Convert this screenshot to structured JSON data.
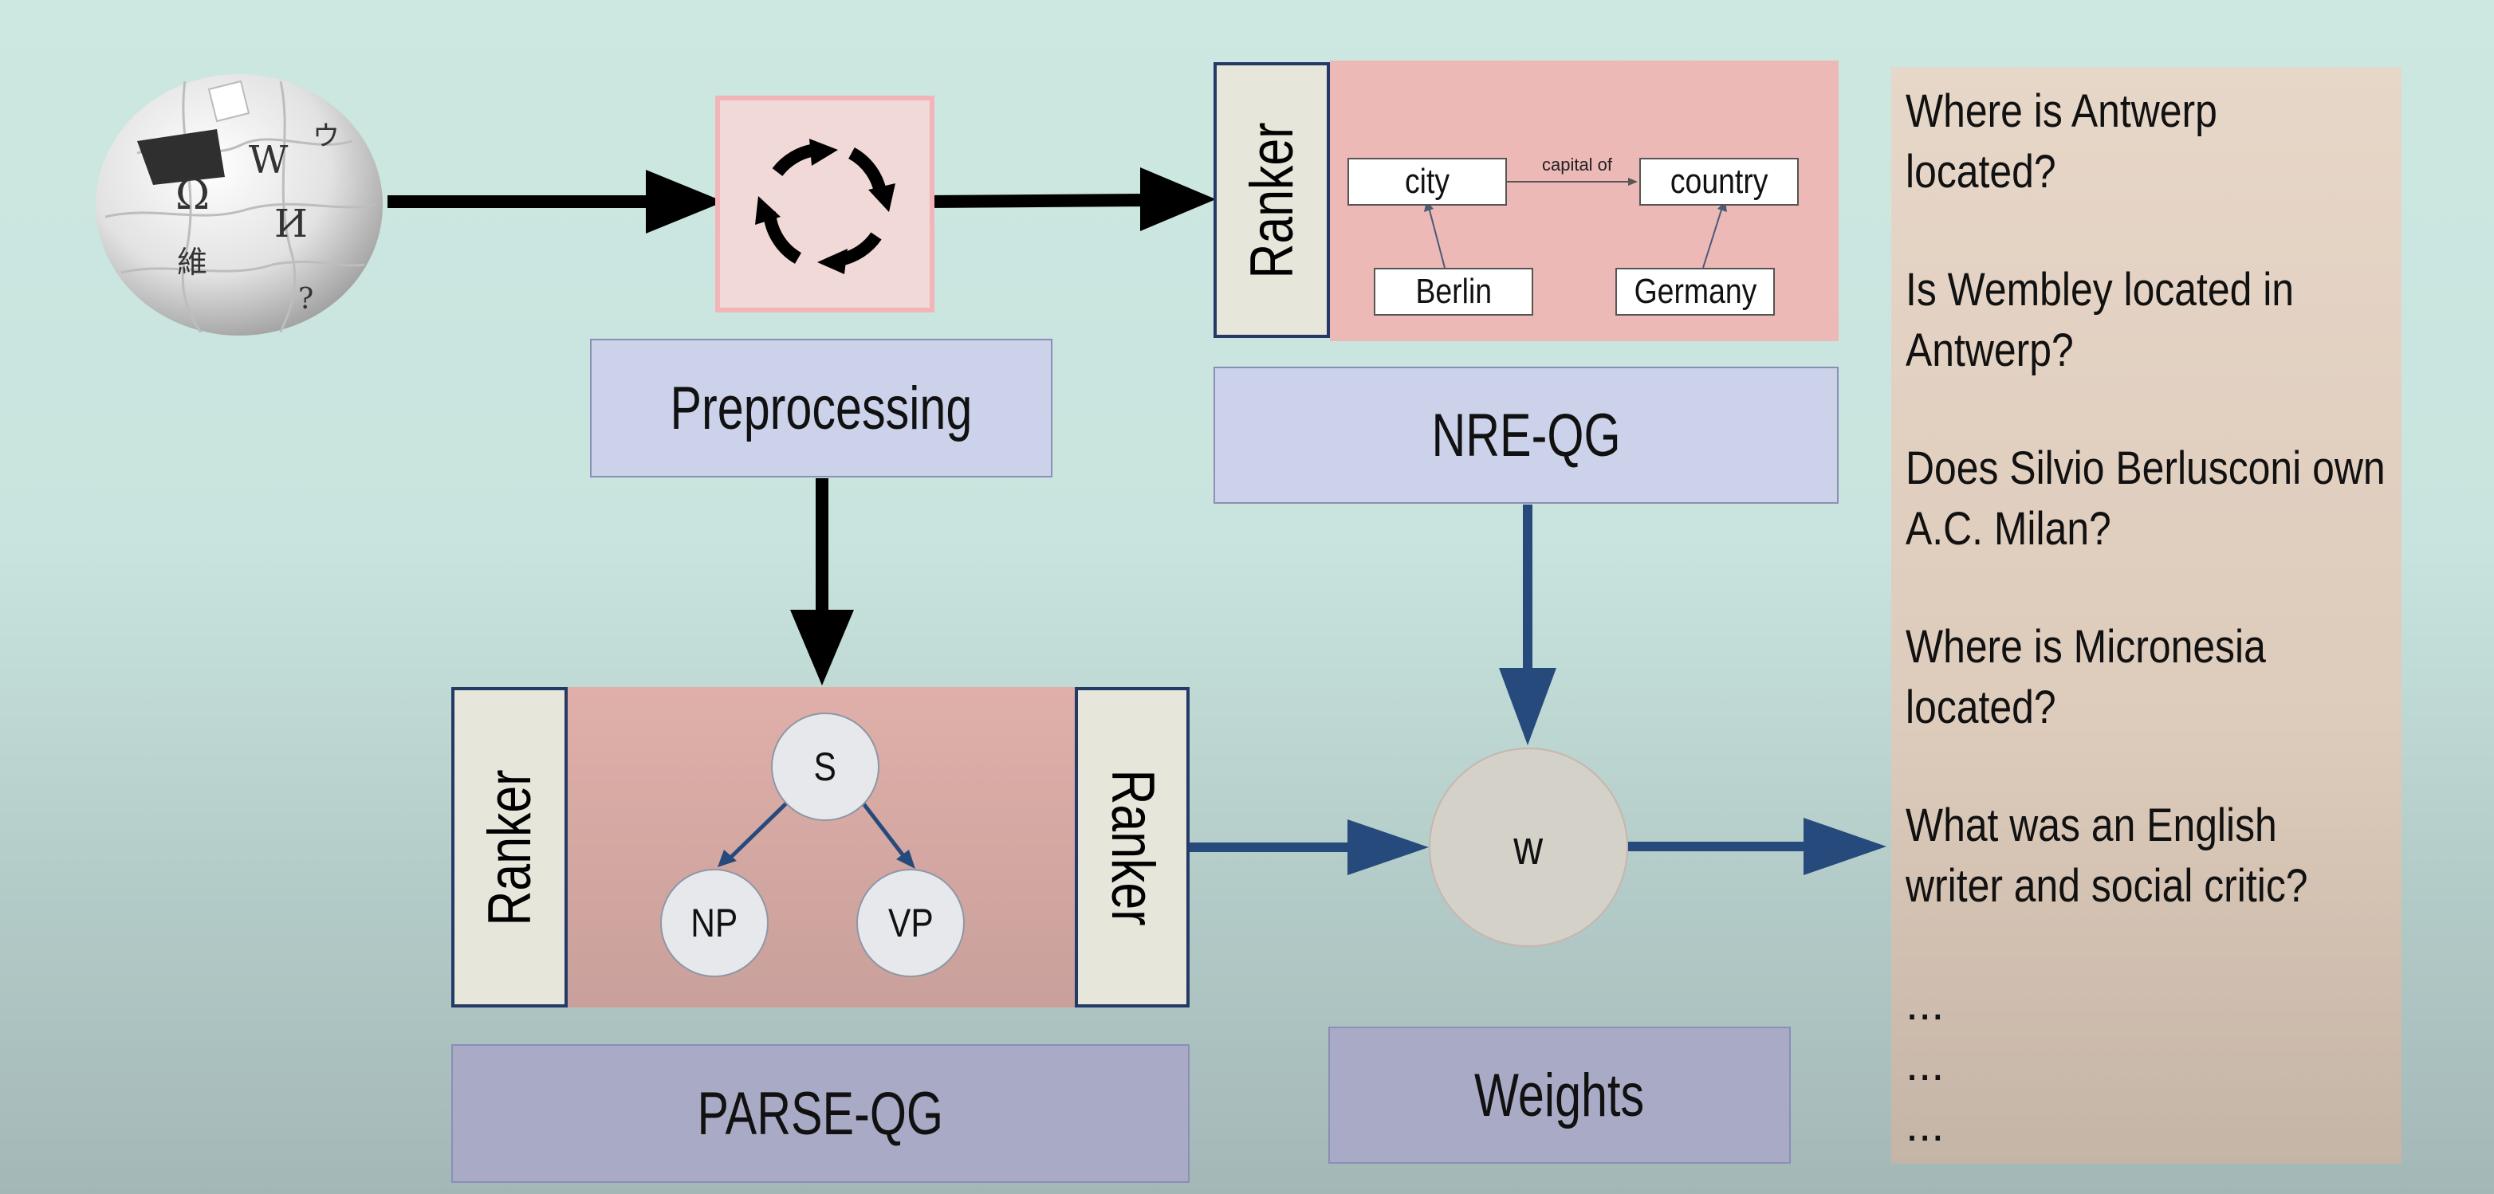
{
  "labels": {
    "preprocessing": "Preprocessing",
    "nre_qg": "NRE-QG",
    "parse_qg": "PARSE-QG",
    "weights": "Weights"
  },
  "ranker_label": "Ranker",
  "relation": {
    "subject_type": "city",
    "object_type": "country",
    "relation": "capital of",
    "subject": "Berlin",
    "object": "Germany"
  },
  "parse_tree": {
    "root": "S",
    "left": "NP",
    "right": "VP"
  },
  "weight_node": "w",
  "wiki_globe_glyphs": [
    "Ω",
    "W",
    "И",
    "維",
    "ウ",
    "?"
  ],
  "questions": [
    [
      "Where is Antwerp",
      "located?"
    ],
    [
      "Is Wembley located in",
      "Antwerp?"
    ],
    [
      "Does Silvio Berlusconi own",
      "A.C. Milan?"
    ],
    [
      "Where is Micronesia",
      "located?"
    ],
    [
      "What was an English",
      "writer and social critic?"
    ]
  ],
  "ellipsis": [
    "...",
    "...",
    "..."
  ],
  "colors": {
    "background_top": "#cde7e1",
    "label_box": "#cbd2ea",
    "label_box_dark": "#a9aac6",
    "pink_panel": "#ecb9b6",
    "output_panel": "#e7d7c8",
    "arrow_black": "#000000",
    "arrow_blue": "#264a7c",
    "ranker_border": "#243a66"
  }
}
